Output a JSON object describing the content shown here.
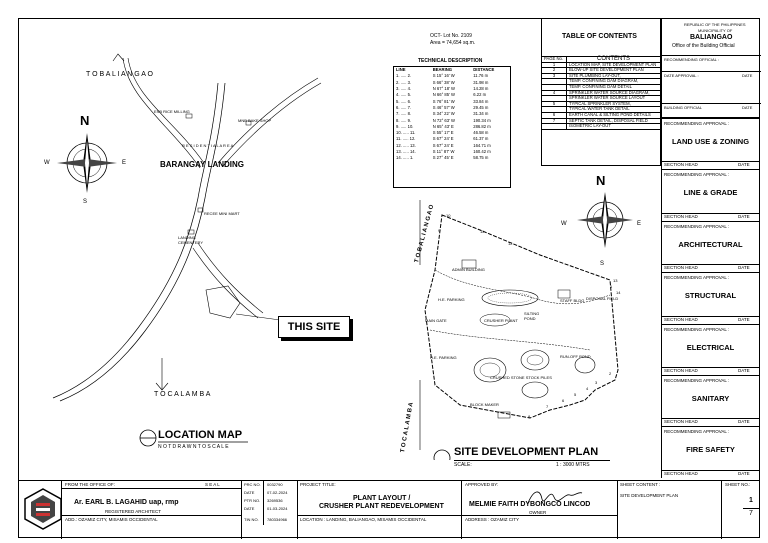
{
  "header": {
    "oct_lot": "OCT- Lot No. 2109",
    "area": "Area = 74,654 sq.m."
  },
  "technical_description": {
    "title": "TECHNICAL DESCRIPTION",
    "columns": [
      "LINE",
      "BEARING",
      "DISTANCE"
    ],
    "rows": [
      [
        "1. ..... 2.",
        "S 15° 16' W",
        "11.76 m"
      ],
      [
        "2. ..... 3.",
        "S 66° 38' W",
        "31.98 m"
      ],
      [
        "3. ..... 4.",
        "N 67° 18' W",
        "14.28 m"
      ],
      [
        "4. ..... 5.",
        "N 66° 85' W",
        "6.22 m"
      ],
      [
        "5. ..... 6.",
        "S 76° 81' W",
        "33.84 m"
      ],
      [
        "6. ..... 7.",
        "S 46° 57' W",
        "29.45 m"
      ],
      [
        "7. ..... 8.",
        "S 34° 22' W",
        "31.34 m"
      ],
      [
        "8. ..... 9.",
        "N 72° 63' W",
        "190.34 m"
      ],
      [
        "9. ..... 10.",
        "N 65° 43' E",
        "286.82 m"
      ],
      [
        "10. ..... 11.",
        "S 55° 17' E",
        "46.58 m"
      ],
      [
        "11. ..... 12.",
        "S 67° 24' E",
        "61.37 m"
      ],
      [
        "12. ..... 13.",
        "S 67° 24' E",
        "164.71 m"
      ],
      [
        "13. ..... 14.",
        "S 11° 87' W",
        "160.42 m"
      ],
      [
        "14. ..... 1.",
        "S 27° 45' E",
        "58.75 m"
      ]
    ]
  },
  "toc": {
    "title": "TABLE OF CONTENTS",
    "col_page": "PAGE No.",
    "col_contents": "CONTENTS",
    "rows": [
      [
        "1",
        "LOCATION MAP, SITE DEVELOPMENT PLAN"
      ],
      [
        "2",
        "BLOW-UP SITE DEVELOPMENT PLAN"
      ],
      [
        "3",
        "SITE PLUMBING LAY-OUT,"
      ],
      [
        "",
        "TEMP. CONFINING DAM DIAGRAM,"
      ],
      [
        "",
        "TEMP. CONFINING DAM DETAIL"
      ],
      [
        "4",
        "SPRINKLER WATER SOURCE DIAGRAM,"
      ],
      [
        "",
        "SPRINKLER WATER SOURCE LAYOUT"
      ],
      [
        "5",
        "TYPICAL SPRINKLER SYSTEM,"
      ],
      [
        "",
        "TYPICAL WATER TANK DETAIL"
      ],
      [
        "6",
        "EARTH CANAL & SILTING POND DETAILS"
      ],
      [
        "7",
        "SEPTIC TANK DETAIL, DISPOSAL FIELD"
      ],
      [
        "",
        "ISOMETRIC LAY-OUT"
      ]
    ]
  },
  "office": {
    "republic": "REPUBLIC OF THE PHILIPPINES",
    "municipality": "MUNICIPALITY OF",
    "name": "BALIANGAO",
    "office": "Office of the Building Official",
    "rec_official": "RECOMMENDING OFFICIAL :",
    "date_approval": "DATE APPROVAL :",
    "date": "DATE",
    "building_official": "BUILDING OFFICIAL"
  },
  "approvals": [
    {
      "label": "RECOMMENDING APPROVAL :",
      "discipline": "LAND USE & ZONING",
      "head": "SECTION HEAD",
      "date": "DATE"
    },
    {
      "label": "RECOMMENDING APPROVAL :",
      "discipline": "LINE & GRADE",
      "head": "SECTION HEAD",
      "date": "DATE"
    },
    {
      "label": "RECOMMENDING APPROVAL :",
      "discipline": "ARCHITECTURAL",
      "head": "SECTION HEAD",
      "date": "DATE"
    },
    {
      "label": "RECOMMENDING APPROVAL :",
      "discipline": "STRUCTURAL",
      "head": "SECTION HEAD",
      "date": "DATE"
    },
    {
      "label": "RECOMMENDING APPROVAL :",
      "discipline": "ELECTRICAL",
      "head": "SECTION HEAD",
      "date": "DATE"
    },
    {
      "label": "RECOMMENDING APPROVAL :",
      "discipline": "SANITARY",
      "head": "SECTION HEAD",
      "date": "DATE"
    },
    {
      "label": "RECOMMENDING APPROVAL :",
      "discipline": "FIRE SAFETY",
      "head": "SECTION HEAD",
      "date": "DATE"
    }
  ],
  "location_map": {
    "to_baliangao": "T O   B A L I A N G A O",
    "to_calamba": "T O   C A L A M B A",
    "title": "LOCATION MAP",
    "subtitle": "N O T   D R A W N   T O   S C A L E",
    "esb_rice": "ESB RICE MILLING",
    "residential": "R E S I D E N T I A L   A R E A",
    "mnb_bake": "MNB BAKE SHOP",
    "barangay": "BARANGAY LANDING",
    "recee": "RECEE MINI MART",
    "cemetery": "LANDING\nCEMENTERY",
    "this_site": "THIS SITE"
  },
  "compass": {
    "n": "N",
    "s": "S",
    "e": "E",
    "w": "W"
  },
  "site_plan": {
    "title": "SITE DEVELOPMENT PLAN",
    "scale_label": "SCALE:",
    "scale_value": "1 : 3000 MTRS",
    "to_baliangao": "T O   B A L I A N G A O",
    "to_calamba": "T O   C A L A M B A",
    "admin": "ADMIN BUILDING",
    "he_parking1": "H.E. PARKING",
    "staff": "STAFF BLDG",
    "disposal": "DISPOSAL FIELD",
    "main_gate": "MAIN GATE",
    "crusher": "CRUSHER PLANT",
    "silting": "SILTING\nPOND",
    "he_parking2": "H.E. PARKING",
    "runoff": "RUN-OFF POND",
    "crushed": "CRUSHED STONE STOCK PILES",
    "block": "BLOCK MAKER",
    "points": [
      "1",
      "2",
      "3",
      "4",
      "5",
      "6",
      "7",
      "8",
      "9",
      "10",
      "11",
      "12",
      "13",
      "14"
    ]
  },
  "title_block": {
    "from_office": "FROM THE OFFICE OF:",
    "seal": "S E A L",
    "architect": "Ar. EARL B. LAGAHID uap, rmp",
    "registered": "REGISTERED ARCHITECT",
    "add": "ADD.: OZAMIZ CITY, MISAMIS OCCIDENTAL",
    "prc_label": "PRC NO.",
    "prc_value": "0032790",
    "date1_label": "DATE",
    "date1_value": "07-02-2024",
    "ptr_label": "PTR NO.",
    "ptr_value": "3269536",
    "date2_label": "DATE",
    "date2_value": "01-03-2024",
    "tin_label": "TIN NO.",
    "tin_value": "780334966",
    "project_label": "PROJECT TITLE:",
    "project_line1": "PLANT LAYOUT /",
    "project_line2": "CRUSHER PLANT REDEVELOPMENT",
    "location": "LOCATION : LANDING, BALIANGAO, MISAMIS OCCIDENTAL",
    "approved_label": "APPROVED BY:",
    "owner_name": "MELMIE FAITH DYBONGCO LINCOD",
    "owner_label": "OWNER",
    "address": "ADDRESS : OZAMIZ CITY",
    "sheet_label": "SHEET CONTENT :",
    "sheet_content": "SITE DEVELOPMENT PLAN",
    "sheet_no_label": "SHEET NO.:",
    "sheet_no": "1",
    "sheet_total": "7"
  }
}
